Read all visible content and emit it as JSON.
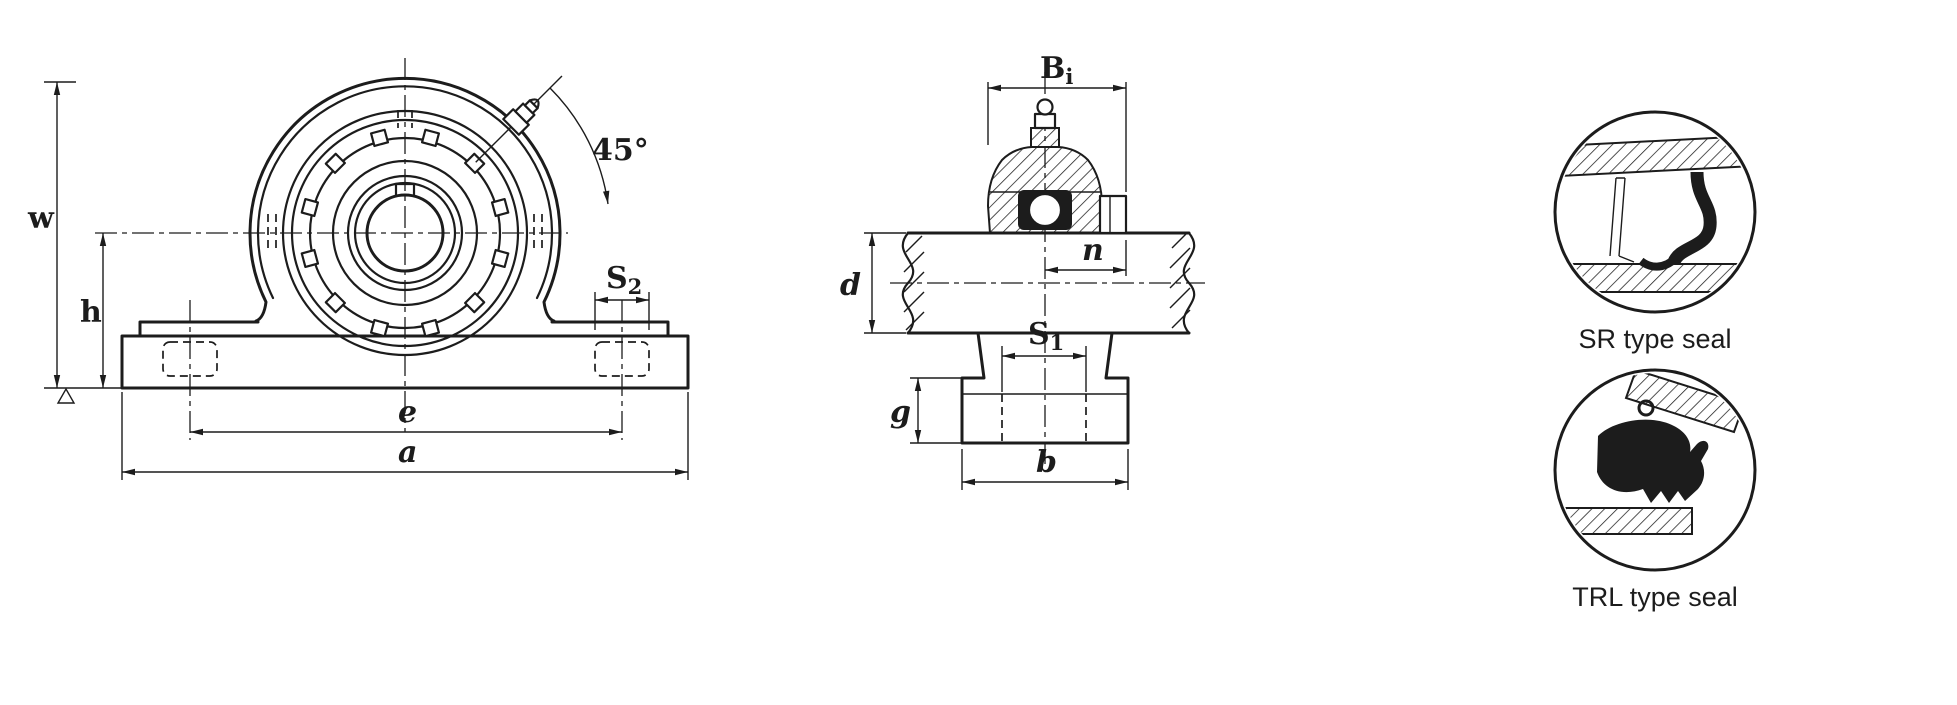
{
  "page": {
    "background": "#ffffff"
  },
  "colors": {
    "ink": "#1c1c1c"
  },
  "front_view": {
    "angle_label": "45°",
    "dim_w": "w",
    "dim_h": "h",
    "dim_e": "e",
    "dim_a": "a",
    "dim_s2": {
      "main": "S",
      "sub": "2"
    }
  },
  "side_view": {
    "dim_bi": {
      "main": "B",
      "sub": "i"
    },
    "dim_n": "n",
    "dim_d": "d",
    "dim_s1": {
      "main": "S",
      "sub": "1"
    },
    "dim_g": "g",
    "dim_b": "b"
  },
  "seal_details": {
    "sr_label": "SR type seal",
    "trl_label": "TRL type seal"
  }
}
